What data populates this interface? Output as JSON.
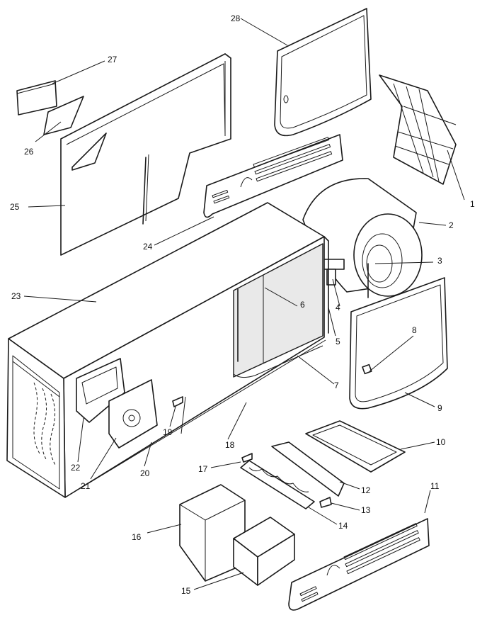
{
  "callouts": [
    {
      "id": "c1",
      "text": "1"
    },
    {
      "id": "c2",
      "text": "2"
    },
    {
      "id": "c3",
      "text": "3"
    },
    {
      "id": "c4",
      "text": "4"
    },
    {
      "id": "c5",
      "text": "5"
    },
    {
      "id": "c6",
      "text": "6"
    },
    {
      "id": "c7",
      "text": "7"
    },
    {
      "id": "c8",
      "text": "8"
    },
    {
      "id": "c9",
      "text": "9"
    },
    {
      "id": "c10",
      "text": "10"
    },
    {
      "id": "c11",
      "text": "11"
    },
    {
      "id": "c12",
      "text": "12"
    },
    {
      "id": "c13",
      "text": "13"
    },
    {
      "id": "c14",
      "text": "14"
    },
    {
      "id": "c15",
      "text": "15"
    },
    {
      "id": "c16",
      "text": "16"
    },
    {
      "id": "c17",
      "text": "17"
    },
    {
      "id": "c18",
      "text": "18"
    },
    {
      "id": "c19",
      "text": "19"
    },
    {
      "id": "c20",
      "text": "20"
    },
    {
      "id": "c21",
      "text": "21"
    },
    {
      "id": "c22",
      "text": "22"
    },
    {
      "id": "c23",
      "text": "23"
    },
    {
      "id": "c24",
      "text": "24"
    },
    {
      "id": "c25",
      "text": "25"
    },
    {
      "id": "c26",
      "text": "26"
    },
    {
      "id": "c27",
      "text": "27"
    },
    {
      "id": "c28",
      "text": "28"
    }
  ]
}
